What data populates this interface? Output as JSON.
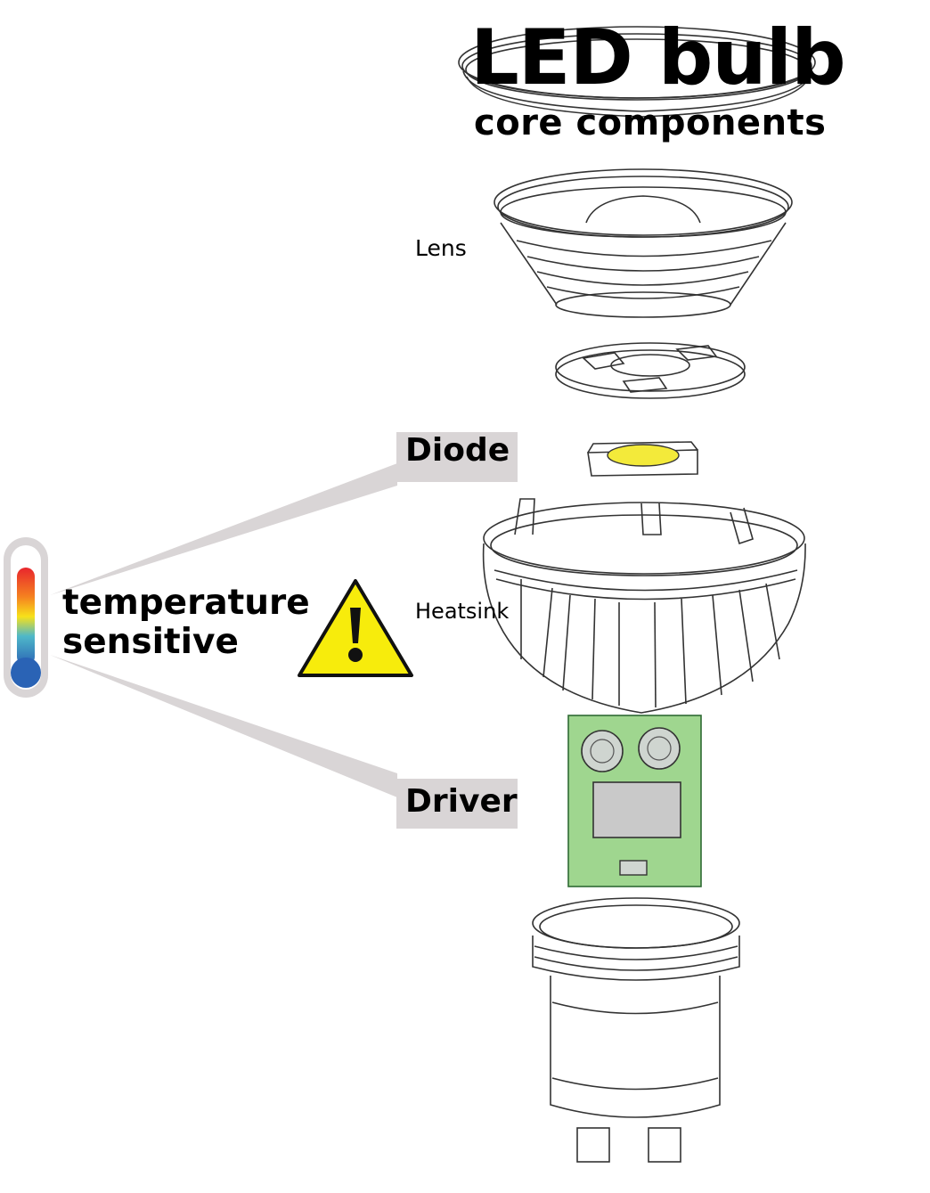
{
  "title": "LED bulb",
  "subtitle": "core components",
  "labels": {
    "lens": "Lens",
    "diode": "Diode",
    "heatsink": "Heatsink",
    "driver": "Driver"
  },
  "callout": {
    "line1": "temperature",
    "line2": "sensitive"
  },
  "colors": {
    "diode": "#f3ea3a",
    "driver_board": "#9fd68f",
    "warning": "#f7ec0c",
    "label_box": "#d9d5d6",
    "thermo_hot": "#e8262d",
    "thermo_mid": "#f7c51a",
    "thermo_cool": "#2a63b5"
  },
  "icons": [
    "thermometer-icon",
    "warning-icon"
  ]
}
